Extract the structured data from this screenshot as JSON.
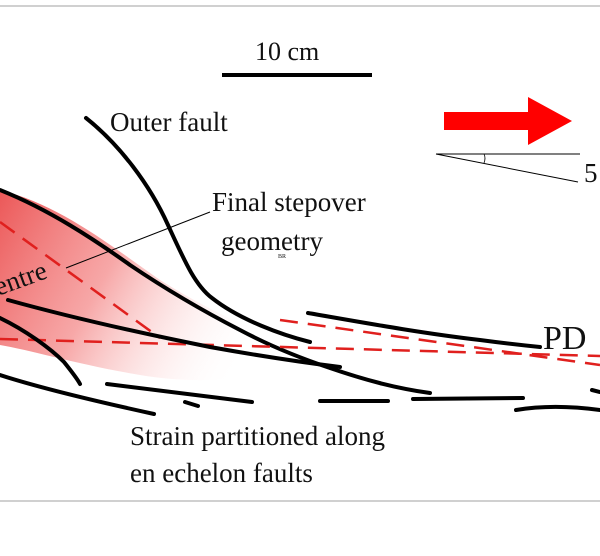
{
  "scale_bar": {
    "label": "10 cm"
  },
  "labels": {
    "outer_fault": "Outer fault",
    "final_stepover_line1": "Final stepover",
    "final_stepover_line2": "geometry",
    "br_mark": "BR",
    "centre_partial": "entre",
    "angle_partial": "5",
    "pdz_partial": "PD",
    "strain_line1": "Strain partitioned along",
    "strain_line2": "en echelon faults"
  },
  "icons": {
    "motion_arrow": "right-arrow-icon"
  },
  "colors": {
    "fault": "#000000",
    "dashed_trace": "#e0201e",
    "arrow": "#ff0000",
    "shade": "#f04a4a",
    "frame": "#a0a0a0"
  }
}
